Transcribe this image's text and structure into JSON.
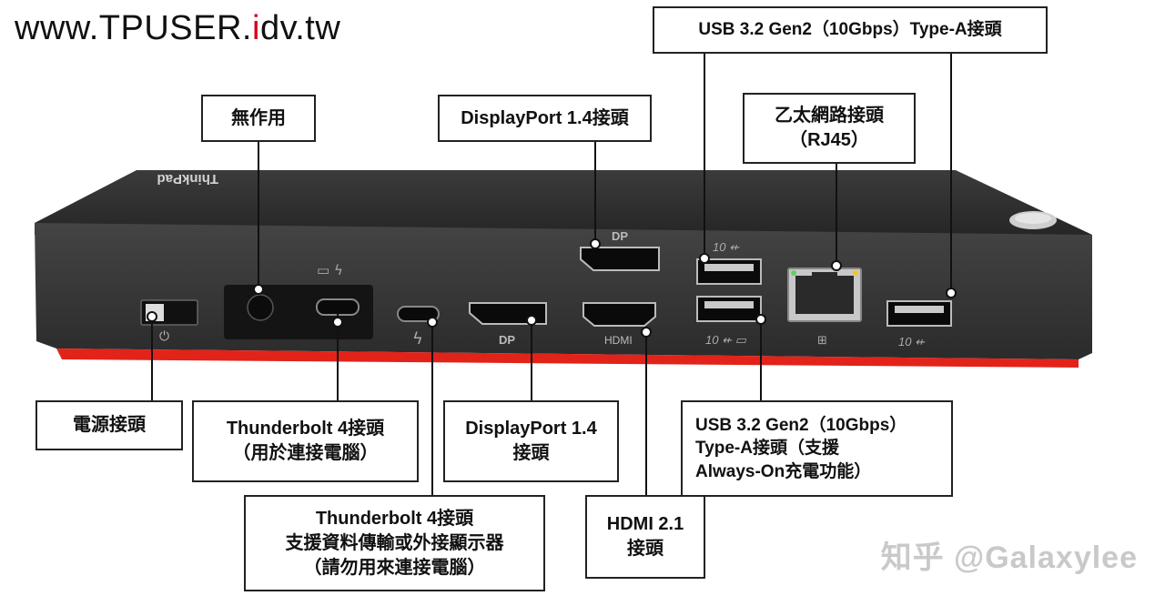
{
  "site_title": {
    "prefix": "www.TPUSER.",
    "highlight": "i",
    "suffix": "dv.tw"
  },
  "brand": "ThinkPad",
  "port_marks": {
    "dp": "DP",
    "hdmi": "HDMI",
    "usb_speed": "10"
  },
  "labels": {
    "no_function": "無作用",
    "displayport_top": "DisplayPort 1.4接頭",
    "usb_top": "USB 3.2 Gen2（10Gbps）Type-A接頭",
    "ethernet": {
      "line1": "乙太網路接頭",
      "line2": "（RJ45）"
    },
    "power": "電源接頭",
    "thunderbolt_host": {
      "line1": "Thunderbolt 4接頭",
      "line2": "（用於連接電腦）"
    },
    "thunderbolt_data": {
      "line1": "Thunderbolt 4接頭",
      "line2": "支援資料傳輸或外接顯示器",
      "line3": "（請勿用來連接電腦）"
    },
    "displayport_bottom": {
      "line1": "DisplayPort 1.4",
      "line2": "接頭"
    },
    "hdmi": {
      "line1": "HDMI 2.1",
      "line2": "接頭"
    },
    "usb_always_on": {
      "line1": "USB 3.2 Gen2（10Gbps）",
      "line2": "Type-A接頭（支援",
      "line3": "Always-On充電功能）"
    }
  },
  "watermark": "知乎 @Galaxylee",
  "colors": {
    "dock_body": "#3a3a3a",
    "dock_top": "#2e2e2e",
    "red_base": "#e2231a",
    "accent_red": "#d4001a"
  }
}
